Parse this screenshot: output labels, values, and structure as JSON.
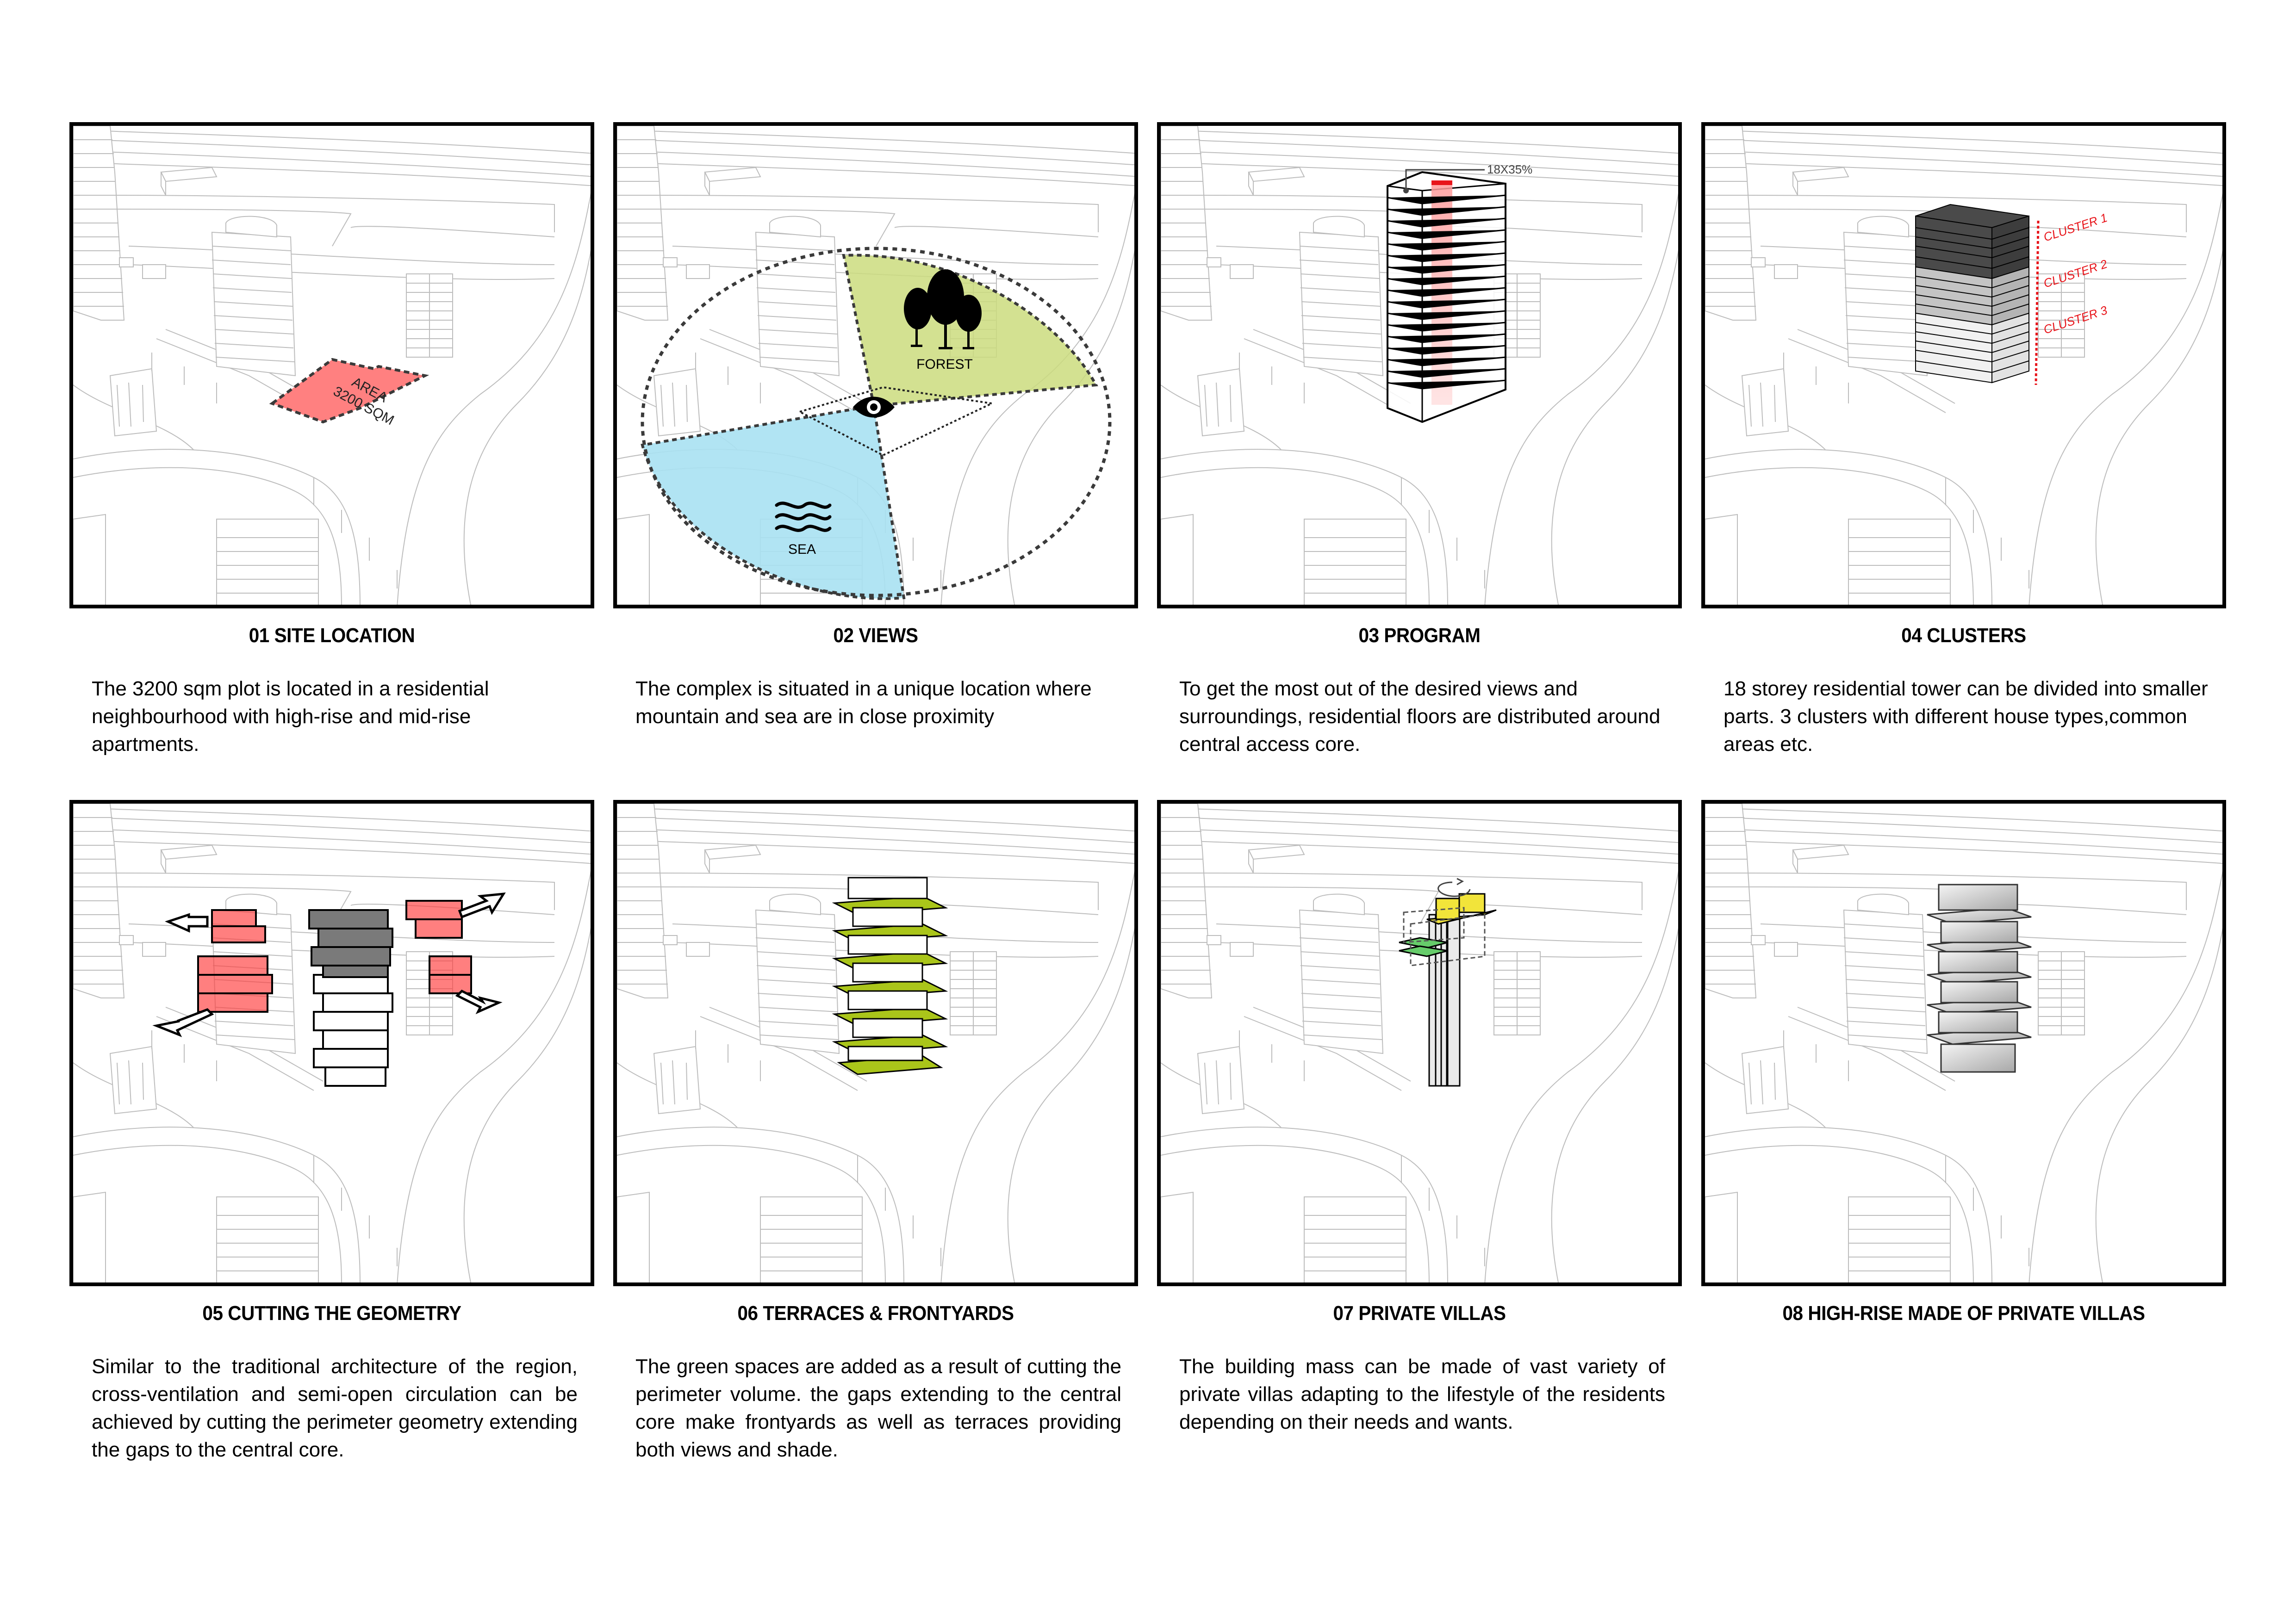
{
  "colors": {
    "site_red": "#ff8080",
    "sea_blue": "#a9e1f2",
    "forest_green": "#cbdc7e",
    "cluster_red": "#e8151b",
    "cluster1_dark": "#4a4a4a",
    "cluster2_mid": "#bfbfbf",
    "cluster3_light": "#ededed",
    "terrace_green": "#aac51a",
    "villa_yellow": "#f2e43a",
    "villa_green": "#66cc6a",
    "cut_red": "#ff3b3b",
    "core_grey": "#6e6e6e"
  },
  "panels": [
    {
      "id": "01",
      "title": "01 SITE LOCATION",
      "description": "The 3200 sqm plot is located  in a residential neighbourhood with high-rise and mid-rise apartments.",
      "annotations": {
        "area_label_1": "AREA",
        "area_label_2": "3200 SQM"
      }
    },
    {
      "id": "02",
      "title": "02 VIEWS",
      "description": "The complex is situated in a unique location where mountain and sea are in close proximity",
      "annotations": {
        "forest_label": "FOREST",
        "sea_label": "SEA"
      }
    },
    {
      "id": "03",
      "title": "03 PROGRAM",
      "description": "To get the most out of the desired views and surroundings, residential floors are distributed around central access core.",
      "annotations": {
        "core_ratio_label": "18X35%"
      }
    },
    {
      "id": "04",
      "title": "04 CLUSTERS",
      "description": "18 storey residential tower can be divided into smaller parts. 3 clusters with different house types,common areas etc.",
      "annotations": {
        "cluster_1": "CLUSTER 1",
        "cluster_2": "CLUSTER 2",
        "cluster_3": "CLUSTER 3"
      }
    },
    {
      "id": "05",
      "title": "05 CUTTING THE GEOMETRY",
      "description": "Similar to the traditional architecture of the region, cross-ventilation and semi-open circulation can be achieved by cutting  the perimeter geometry extending  the gaps to the central core."
    },
    {
      "id": "06",
      "title": "06 TERRACES & FRONTYARDS",
      "description": "The green spaces are added as a result of cutting the perimeter volume. the gaps extending to the central core make frontyards as well as terraces providing both views and shade."
    },
    {
      "id": "07",
      "title": "07 PRIVATE VILLAS",
      "description": "The building mass can be made of vast variety of private villas adapting to the lifestyle of the residents depending on their needs and wants."
    },
    {
      "id": "08",
      "title": "08 HIGH-RISE MADE OF PRIVATE VILLAS",
      "description": ""
    }
  ]
}
